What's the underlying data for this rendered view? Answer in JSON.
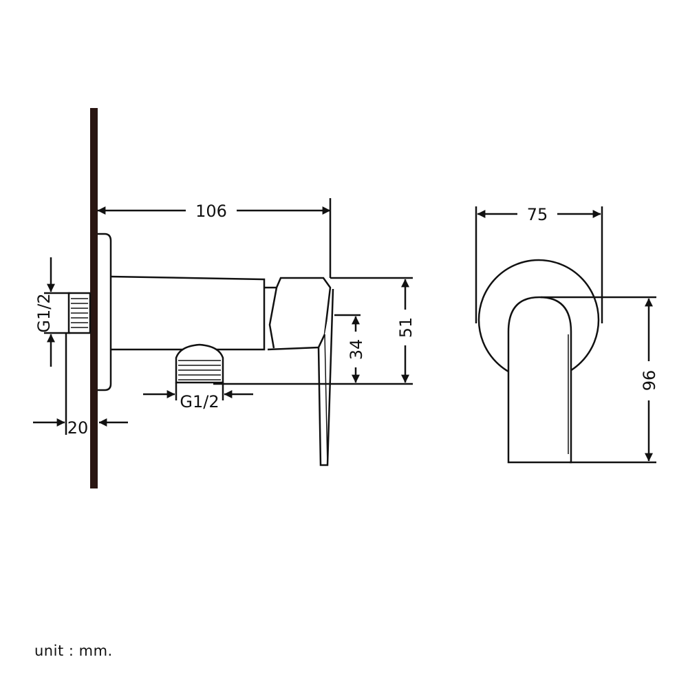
{
  "dimensions": {
    "depth": "106",
    "wall_gap": "20",
    "inlet_thread": "G1/2",
    "outlet_thread": "G1/2",
    "outlet_height": "34",
    "body_height": "51",
    "plate_width": "75",
    "handle_height": "96"
  },
  "unit_note": "unit : mm.",
  "colors": {
    "line": "#111111",
    "wall": "#2a1612"
  }
}
